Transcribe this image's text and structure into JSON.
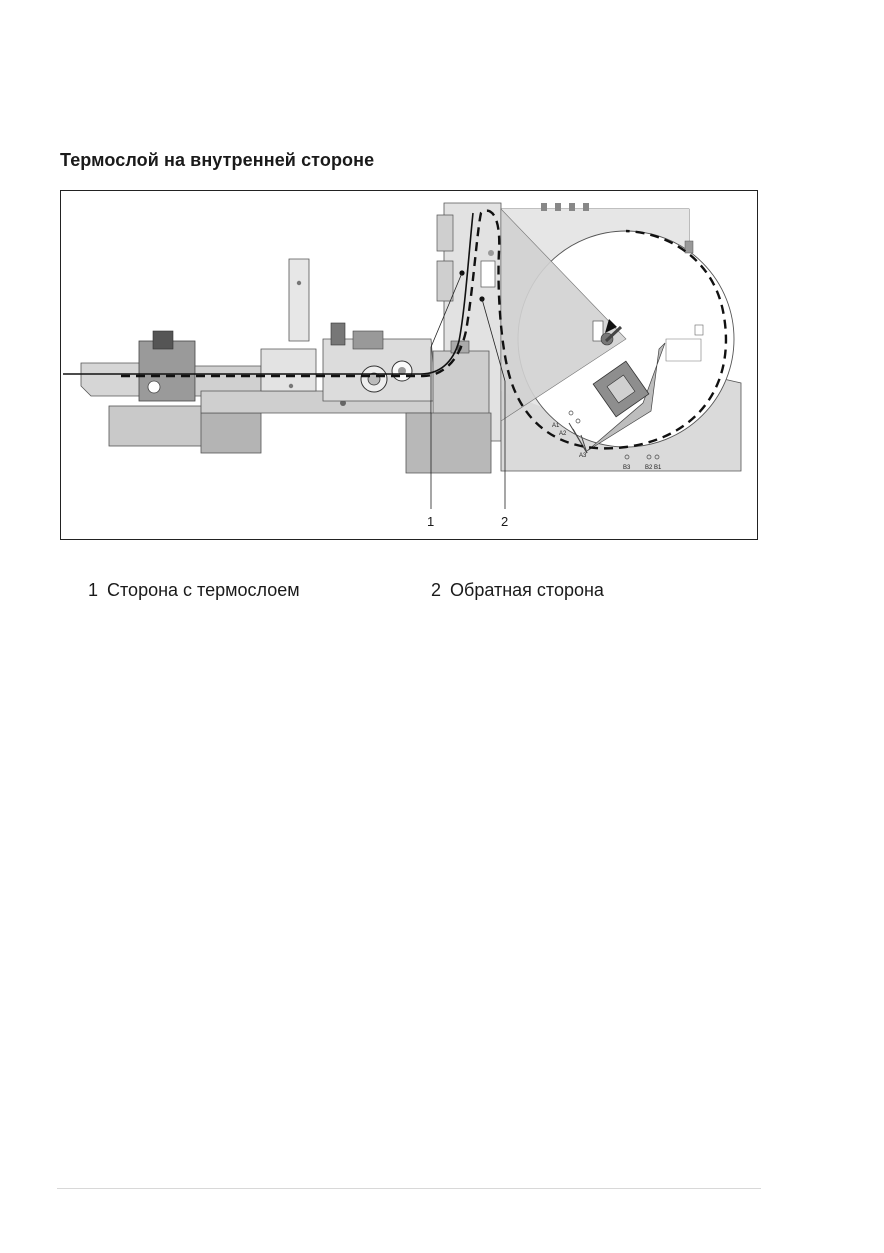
{
  "heading": "Термослой на внутренней стороне",
  "figure": {
    "callouts": [
      "1",
      "2"
    ],
    "slot_labels": {
      "a1": "A1",
      "a2": "A2",
      "a3": "A3",
      "b3": "B3",
      "b2b1": "B2 B1"
    }
  },
  "legend": [
    {
      "number": "1",
      "text": "Сторона с термослоем"
    },
    {
      "number": "2",
      "text": "Обратная сторона"
    }
  ]
}
